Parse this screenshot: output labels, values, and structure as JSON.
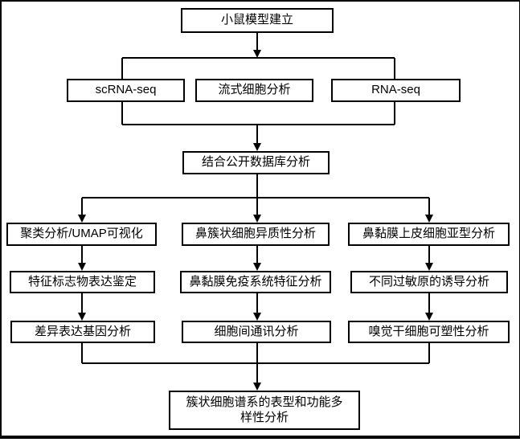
{
  "flowchart": {
    "root": {
      "label": "小鼠模型建立"
    },
    "assays": [
      {
        "label": "scRNA-seq"
      },
      {
        "label": "流式细胞分析"
      },
      {
        "label": "RNA-seq"
      }
    ],
    "integration": {
      "label": "结合公开数据库分析"
    },
    "columns": [
      {
        "steps": [
          {
            "label": "聚类分析/UMAP可视化"
          },
          {
            "label": "特征标志物表达鉴定"
          },
          {
            "label": "差异表达基因分析"
          }
        ]
      },
      {
        "steps": [
          {
            "label": "鼻簇状细胞异质性分析"
          },
          {
            "label": "鼻黏膜免疫系统特征分析"
          },
          {
            "label": "细胞间通讯分析"
          }
        ]
      },
      {
        "steps": [
          {
            "label": "鼻黏膜上皮细胞亚型分析"
          },
          {
            "label": "不同过敏原的诱导分析"
          },
          {
            "label": "嗅觉干细胞可塑性分析"
          }
        ]
      }
    ],
    "conclusion": {
      "label": "簇状细胞谱系的表型和功能多\n样性分析"
    },
    "colors": {
      "line": "#000000",
      "box_border": "#000000",
      "box_background": "#ffffff",
      "text": "#000000"
    }
  }
}
